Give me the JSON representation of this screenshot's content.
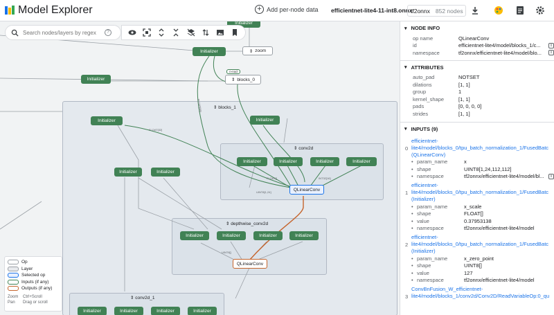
{
  "header": {
    "title": "Model Explorer",
    "add_per_node": "Add per-node data",
    "filename": "efficientnet-lite4-11-int8.onnx",
    "adapter": "tf2onnx",
    "node_count": "852 nodes",
    "icons": [
      "download-icon",
      "palette-icon",
      "document-icon",
      "settings-icon"
    ]
  },
  "search": {
    "placeholder": "Search nodes/layers by regex"
  },
  "graph": {
    "nodes": {
      "n_top": "Initializer",
      "n_init_a": "Initializer",
      "n_zoom": "zoom",
      "n_init_b": "Initializer",
      "n_blocks0": "blocks_0",
      "n_blocks0_tag": "n-nod",
      "n_init_c": "Initializer",
      "n_init_d": "Initializer",
      "n_c_i1": "Initializer",
      "n_c_i2": "Initializer",
      "n_c_i3": "Initializer",
      "n_c_i4": "Initializer",
      "n_c_i5": "Initializer",
      "n_c_i6": "Initializer",
      "n_qconv_sel": "QLinearConv",
      "n_d_i1": "Initializer",
      "n_d_i2": "Initializer",
      "n_d_i3": "Initializer",
      "n_d_i4": "Initializer",
      "n_qconv_out": "QLinearConv",
      "n_e_i1": "Initializer",
      "n_e_i2": "Initializer",
      "n_e_i3": "Initializer",
      "n_e_i4": "Initializer"
    },
    "groups": {
      "blocks_1": "blocks_1",
      "conv2d": "conv2d",
      "depthwise_conv2d": "depthwise_conv2d",
      "conv2d_1": "conv2d_1"
    }
  },
  "legend": {
    "items": [
      {
        "label": "Op",
        "fill": "#ffffff",
        "border": "#9aa0a6"
      },
      {
        "label": "Layer",
        "fill": "#e8eaed",
        "border": "#9aa0a6"
      },
      {
        "label": "Selected op",
        "fill": "#e8f0fe",
        "border": "#1a73e8"
      },
      {
        "label": "Inputs (if any)",
        "fill": "#ffffff",
        "border": "#418255"
      },
      {
        "label": "Outputs (if any)",
        "fill": "#ffffff",
        "border": "#c5642c"
      }
    ],
    "keys": [
      {
        "k": "Zoom",
        "v": "Ctrl+Scroll"
      },
      {
        "k": "Pan",
        "v": "Drag or scroll"
      }
    ]
  },
  "side": {
    "node_info": {
      "title": "NODE INFO",
      "rows": [
        {
          "k": "op name",
          "v": "QLinearConv"
        },
        {
          "k": "id",
          "v": "efficientnet-lite4/model/blocks_1/c..."
        },
        {
          "k": "namespace",
          "v": "tf2onnx/efficientnet-lite4/model/blo..."
        }
      ]
    },
    "attributes": {
      "title": "ATTRIBUTES",
      "rows": [
        {
          "k": "auto_pad",
          "v": "NOTSET"
        },
        {
          "k": "dilations",
          "v": "[1, 1]"
        },
        {
          "k": "group",
          "v": "1"
        },
        {
          "k": "kernel_shape",
          "v": "[1, 1]"
        },
        {
          "k": "pads",
          "v": "[0, 0, 0, 0]"
        },
        {
          "k": "strides",
          "v": "[1, 1]"
        }
      ]
    },
    "inputs": {
      "title": "INPUTS (9)",
      "items": [
        {
          "index": "0",
          "link": [
            "efficientnet-",
            "lite4/model/blocks_0/tpu_batch_normalization_1/FusedBatc",
            "(QLinearConv)"
          ],
          "rows": [
            {
              "k": "param_name",
              "v": "x"
            },
            {
              "k": "shape",
              "v": "UINT8[1,24,112,112]"
            },
            {
              "k": "namespace",
              "v": "tf2onnx/efficientnet-lite4/model/bl..."
            }
          ]
        },
        {
          "index": "1",
          "link": [
            "efficientnet-",
            "lite4/model/blocks_0/tpu_batch_normalization_1/FusedBatc",
            "(Initializer)"
          ],
          "rows": [
            {
              "k": "param_name",
              "v": "x_scale"
            },
            {
              "k": "shape",
              "v": "FLOAT[]"
            },
            {
              "k": "value",
              "v": "0.37953138"
            },
            {
              "k": "namespace",
              "v": "tf2onnx/efficientnet-lite4/model"
            }
          ]
        },
        {
          "index": "2",
          "link": [
            "efficientnet-",
            "lite4/model/blocks_0/tpu_batch_normalization_1/FusedBatc",
            "(Initializer)"
          ],
          "rows": [
            {
              "k": "param_name",
              "v": "x_zero_point"
            },
            {
              "k": "shape",
              "v": "UINT8[]"
            },
            {
              "k": "value",
              "v": "127"
            },
            {
              "k": "namespace",
              "v": "tf2onnx/efficientnet-lite4/model"
            }
          ]
        },
        {
          "index": "3",
          "link": [
            "ConvBnFusion_W_efficientnet-",
            "lite4/model/blocks_1/conv2d/Conv2D/ReadVariableOp:0_qu"
          ],
          "rows": []
        }
      ]
    }
  }
}
